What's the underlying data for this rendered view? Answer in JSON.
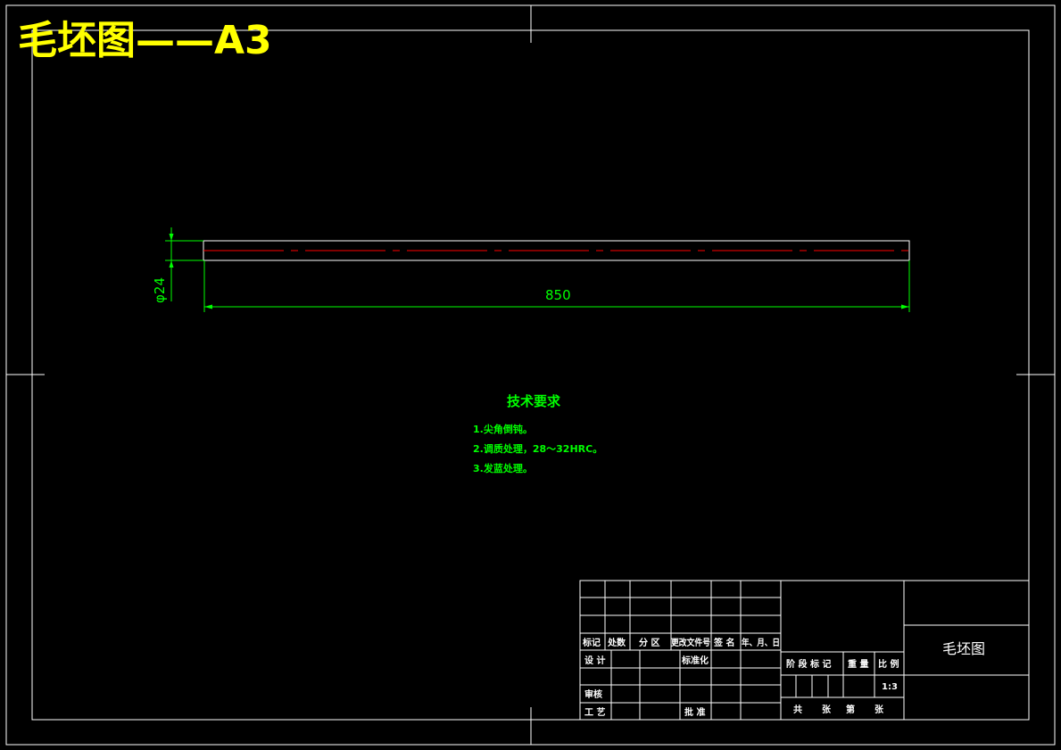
{
  "drawing_title": "毛坯图——A3",
  "part_view": {
    "dimensions": {
      "diameter": "φ24",
      "length": "850"
    }
  },
  "technical_requirements": {
    "heading": "技术要求",
    "items": [
      "1.尖角倒钝。",
      "2.调质处理，28～32HRC。",
      "3.发蓝处理。"
    ]
  },
  "title_block": {
    "headers": {
      "mark": "标记",
      "count": "处数",
      "zone": "分 区",
      "change_doc": "更改文件号",
      "signature": "签 名",
      "date": "年、月、日"
    },
    "roles": {
      "design": "设 计",
      "standardize": "标准化",
      "review": "审核",
      "process": "工 艺",
      "approve": "批 准"
    },
    "stage_mark": "阶 段 标 记",
    "weight": "重 量",
    "scale_label": "比 例",
    "scale_value": "1:3",
    "drawing_name": "毛坯图",
    "sheet_total": "共",
    "sheet_unit": "张",
    "sheet_no": "第",
    "sheet_unit2": "张"
  },
  "colors": {
    "title": "#ffff00",
    "dimension": "#00ff00",
    "centerline": "#ff0000",
    "outline": "#ffffff",
    "background": "#000000"
  }
}
